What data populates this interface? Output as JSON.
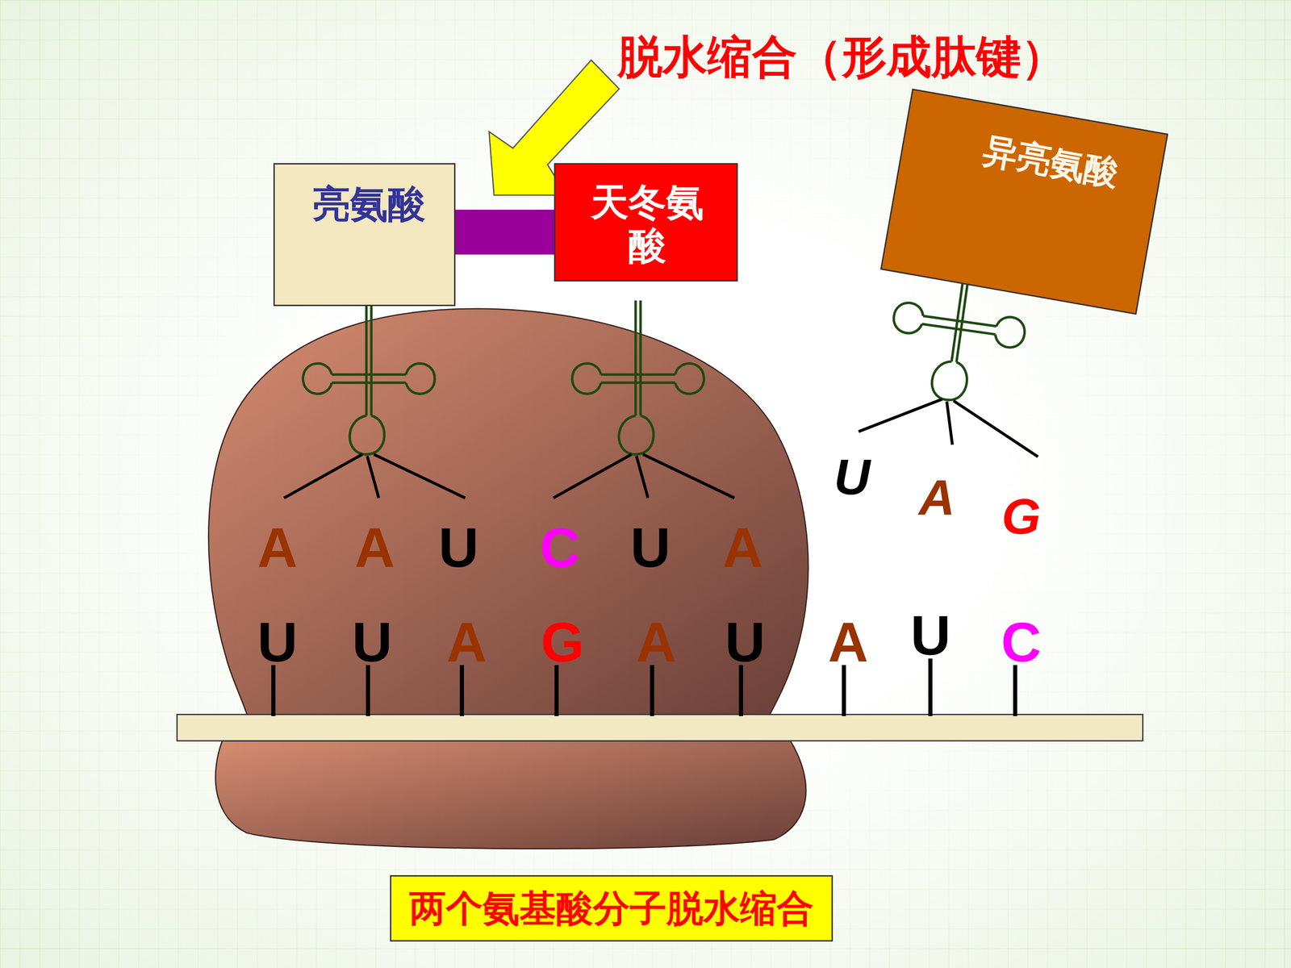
{
  "diagram": {
    "title": "脱水缩合（形成肽键）",
    "caption": "两个氨基酸分子脱水缩合",
    "nodes": [
      {
        "text": [
          "亮氨酸"
        ]
      },
      {
        "text": [
          "天冬氨酸"
        ]
      },
      {
        "text": [
          "异亮氨酸"
        ]
      }
    ],
    "edges": [
      {
        "from": 0,
        "to": 1,
        "arrow": "none"
      }
    ],
    "labels": [
      "A",
      "A",
      "U",
      "C",
      "U",
      "A",
      "U",
      "U",
      "A",
      "G",
      "A",
      "U",
      "A",
      "U",
      "C",
      "U",
      "A",
      "G"
    ]
  }
}
